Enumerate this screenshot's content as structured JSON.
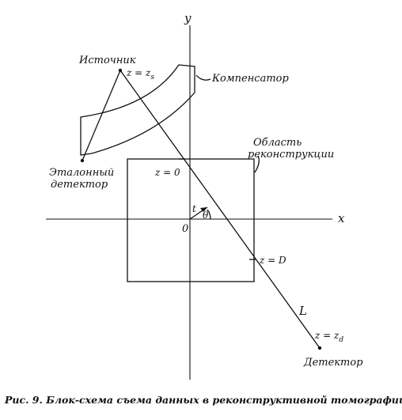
{
  "axes": {
    "x_label": "x",
    "y_label": "y",
    "origin_label": "0"
  },
  "labels": {
    "source": "Источник",
    "source_z": "z = z",
    "source_z_sub": "s",
    "compensator": "Компенсатор",
    "reconstruction_region_line1": "Область",
    "reconstruction_region_line2": "реконструкции",
    "reference_detector_line1": "Эталонный",
    "reference_detector_line2": "детектор",
    "z_zero": "z = 0",
    "z_D": "z = D",
    "ray_label": "L",
    "detector_z": "z = z",
    "detector_z_sub": "d",
    "detector": "Детектор",
    "t_label": "t",
    "theta_label": "θ"
  },
  "caption": "Рис. 9. Блок-схема съема данных в реконструктивной томографии"
}
